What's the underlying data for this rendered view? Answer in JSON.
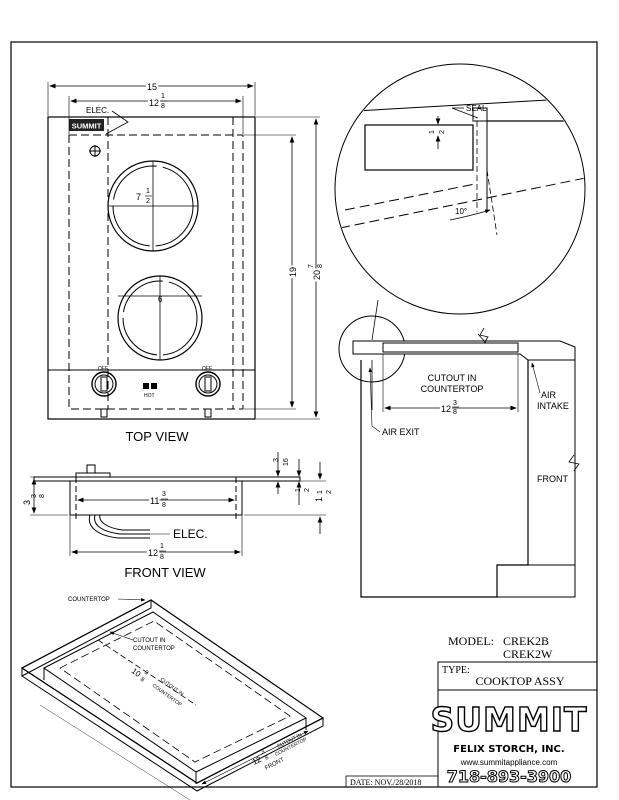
{
  "dims": {
    "width_15": "15",
    "width_12_whole": "12",
    "width_12_frac_n": "1",
    "width_12_frac_d": "8",
    "height_19": "19",
    "height_20_whole": "20",
    "height_20_frac_n": "7",
    "height_20_frac_d": "8",
    "burner_large_whole": "7",
    "burner_large_n": "1",
    "burner_large_d": "2",
    "burner_small": "6",
    "seal_gap_n": "1",
    "seal_gap_d": "2",
    "depth_12_whole": "12",
    "depth_12_n": "3",
    "depth_12_d": "8",
    "angle": "10°",
    "thick_3_16_n": "3",
    "thick_3_16_d": "16",
    "lip_1_2_n": "1",
    "lip_1_2_d": "2",
    "right_1_whole": "1",
    "right_1_n": "1",
    "right_1_d": "2",
    "body_3_whole": "3",
    "body_3_n": "3",
    "body_3_d": "8",
    "front_11_whole": "11",
    "front_11_n": "3",
    "front_11_d": "8",
    "front_12_whole": "12",
    "front_12_n": "1",
    "front_12_d": "8",
    "iso_12_whole": "12",
    "iso_12_n": "3",
    "iso_12_d": "8",
    "iso_10_whole": "10",
    "iso_10_n": "3",
    "iso_10_d": "8"
  },
  "labels": {
    "elec": "ELEC.",
    "elec_front": "ELEC.",
    "seal": "SEAL",
    "top_view": "TOP VIEW",
    "front_view": "FRONT VIEW",
    "cutout_in": "CUTOUT IN",
    "countertop": "COUNTERTOP",
    "air_intake_1": "AIR",
    "air_intake_2": "INTAKE",
    "air_exit": "AIR EXIT",
    "front": "FRONT",
    "front_iso": "FRONT",
    "countertop_iso": "COUNTERTOP",
    "off_left": "OFF",
    "off_right": "OFF",
    "hot": "HOT",
    "brand_small": "SUMMIT"
  },
  "title_block": {
    "model_label": "MODEL:",
    "model_1": "CREK2B",
    "model_2": "CREK2W",
    "type_label": "TYPE:",
    "type_value": "COOKTOP ASSY",
    "logo": "SUMMIT",
    "company": "FELIX STORCH, INC.",
    "website": "www.summitappliance.com",
    "phone": "718-893-3900",
    "date": "DATE:  NOV./28/2018"
  }
}
